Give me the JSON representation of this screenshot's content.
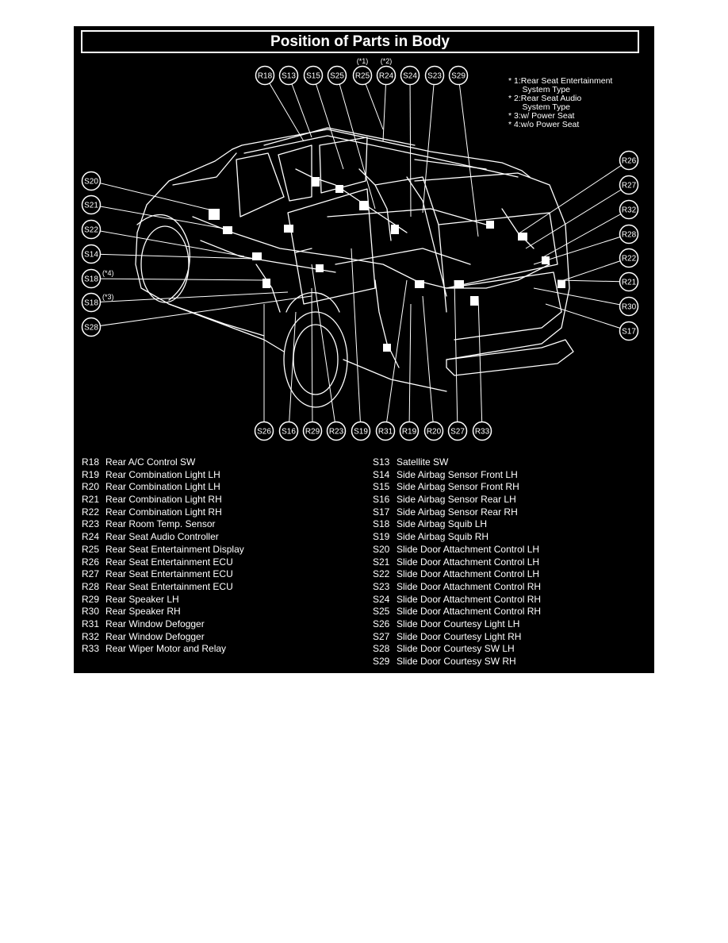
{
  "title": "Position of Parts in Body",
  "notes": [
    "* 1:Rear Seat Entertainment\n      System Type",
    "* 2:Rear Seat Audio\n      System Type",
    "* 3:w/ Power Seat",
    "* 4:w/o Power Seat"
  ],
  "callouts": {
    "top": [
      {
        "code": "R18"
      },
      {
        "code": "S13"
      },
      {
        "code": "S15"
      },
      {
        "code": "S25"
      },
      {
        "code": "R25",
        "flag": "(*1)"
      },
      {
        "code": "R24",
        "flag": "(*2)"
      },
      {
        "code": "S24"
      },
      {
        "code": "S23"
      },
      {
        "code": "S29"
      }
    ],
    "left": [
      {
        "code": "S20"
      },
      {
        "code": "S21"
      },
      {
        "code": "S22"
      },
      {
        "code": "S14"
      },
      {
        "code": "S18",
        "flag": "(*4)"
      },
      {
        "code": "S18",
        "flag": "(*3)"
      },
      {
        "code": "S28"
      }
    ],
    "right": [
      {
        "code": "R26"
      },
      {
        "code": "R27"
      },
      {
        "code": "R32"
      },
      {
        "code": "R28"
      },
      {
        "code": "R22"
      },
      {
        "code": "R21"
      },
      {
        "code": "R30"
      },
      {
        "code": "S17"
      }
    ],
    "bottom": [
      {
        "code": "S26"
      },
      {
        "code": "S16"
      },
      {
        "code": "R29"
      },
      {
        "code": "R23"
      },
      {
        "code": "S19"
      },
      {
        "code": "R31"
      },
      {
        "code": "R19"
      },
      {
        "code": "R20"
      },
      {
        "code": "S27"
      },
      {
        "code": "R33"
      }
    ]
  },
  "legend_left": [
    {
      "code": "R18",
      "name": "Rear A/C Control SW"
    },
    {
      "code": "R19",
      "name": "Rear Combination Light LH"
    },
    {
      "code": "R20",
      "name": "Rear Combination Light LH"
    },
    {
      "code": "R21",
      "name": "Rear Combination Light RH"
    },
    {
      "code": "R22",
      "name": "Rear Combination Light RH"
    },
    {
      "code": "R23",
      "name": "Rear Room Temp. Sensor"
    },
    {
      "code": "R24",
      "name": "Rear Seat Audio Controller"
    },
    {
      "code": "R25",
      "name": "Rear Seat Entertainment Display"
    },
    {
      "code": "R26",
      "name": "Rear Seat Entertainment ECU"
    },
    {
      "code": "R27",
      "name": "Rear Seat Entertainment ECU"
    },
    {
      "code": "R28",
      "name": "Rear Seat Entertainment ECU"
    },
    {
      "code": "R29",
      "name": "Rear Speaker LH"
    },
    {
      "code": "R30",
      "name": "Rear Speaker RH"
    },
    {
      "code": "R31",
      "name": "Rear Window Defogger"
    },
    {
      "code": "R32",
      "name": "Rear Window Defogger"
    },
    {
      "code": "R33",
      "name": "Rear Wiper Motor and Relay"
    }
  ],
  "legend_right": [
    {
      "code": "S13",
      "name": "Satellite SW"
    },
    {
      "code": "S14",
      "name": "Side Airbag Sensor Front LH"
    },
    {
      "code": "S15",
      "name": "Side Airbag Sensor Front RH"
    },
    {
      "code": "S16",
      "name": "Side Airbag Sensor Rear LH"
    },
    {
      "code": "S17",
      "name": "Side Airbag Sensor Rear RH"
    },
    {
      "code": "S18",
      "name": "Side Airbag Squib LH"
    },
    {
      "code": "S19",
      "name": "Side Airbag Squib RH"
    },
    {
      "code": "S20",
      "name": "Slide Door Attachment Control LH"
    },
    {
      "code": "S21",
      "name": "Slide Door Attachment Control LH"
    },
    {
      "code": "S22",
      "name": "Slide Door Attachment Control LH"
    },
    {
      "code": "S23",
      "name": "Slide Door Attachment Control RH"
    },
    {
      "code": "S24",
      "name": "Slide Door Attachment Control RH"
    },
    {
      "code": "S25",
      "name": "Slide Door Attachment Control RH"
    },
    {
      "code": "S26",
      "name": "Slide Door Courtesy Light LH"
    },
    {
      "code": "S27",
      "name": "Slide Door Courtesy Light RH"
    },
    {
      "code": "S28",
      "name": "Slide Door Courtesy SW LH"
    },
    {
      "code": "S29",
      "name": "Slide Door Courtesy SW RH"
    }
  ]
}
